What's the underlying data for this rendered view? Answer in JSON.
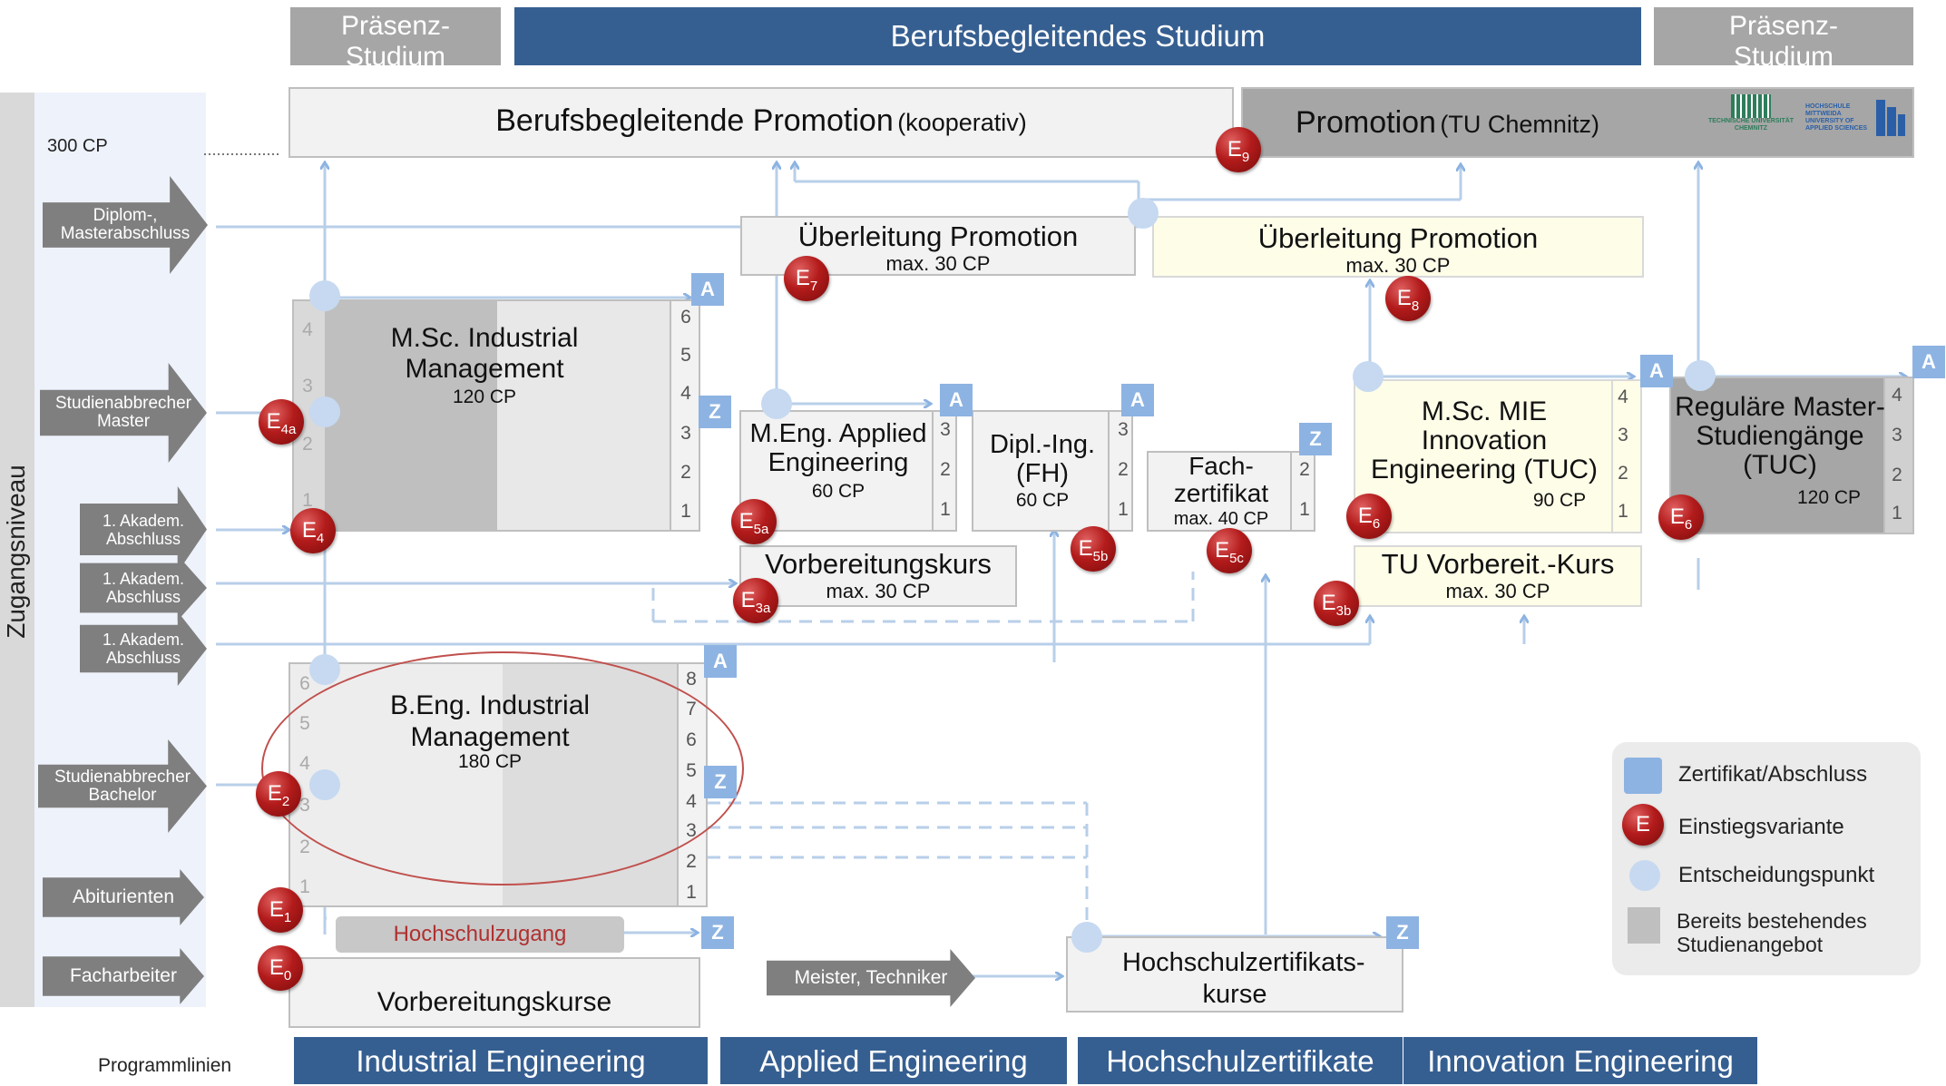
{
  "header": {
    "praesenz_left": "Präsenz-\nStudium",
    "berufsbegleitend": "Berufsbegleitendes Studium",
    "praesenz_right": "Präsenz-\nStudium"
  },
  "axis": {
    "label": "Zugangsniveau",
    "cp300": "300 CP"
  },
  "entry_arrows": {
    "diplom": "Diplom-, Masterabschluss",
    "abbrecher_master": "Studienabbrecher Master",
    "akadem1": "1. Akadem. Abschluss",
    "akadem2": "1. Akadem. Abschluss",
    "akadem3": "1. Akadem. Abschluss",
    "abbrecher_bachelor": "Studienabbrecher Bachelor",
    "abiturienten": "Abiturienten",
    "facharbeiter": "Facharbeiter",
    "meister": "Meister, Techniker"
  },
  "boxes": {
    "promotion_koop": {
      "title": "Berufsbegleitende Promotion",
      "suffix": "(kooperativ)"
    },
    "promotion_tuc": {
      "title": "Promotion",
      "suffix": "(TU Chemnitz)"
    },
    "ueberleitung1": {
      "title": "Überleitung Promotion",
      "sub": "max. 30 CP"
    },
    "ueberleitung2": {
      "title": "Überleitung Promotion",
      "sub": "max. 30 CP"
    },
    "msc_im": {
      "title": "M.Sc. Industrial Management",
      "sub": "120 CP"
    },
    "meng": {
      "title": "M.Eng. Applied Engineering",
      "sub": "60 CP"
    },
    "dipl": {
      "title": "Dipl.-Ing. (FH)",
      "sub": "60 CP"
    },
    "fachzert": {
      "title": "Fach-zertifikat",
      "sub": "max. 40 CP"
    },
    "msc_mie": {
      "title": "M.Sc. MIE Innovation Engineering (TUC)",
      "sub": "90 CP"
    },
    "regulaer": {
      "title": "Reguläre Master-Studiengänge (TUC)",
      "sub": "120 CP"
    },
    "vorbereitungskurs": {
      "title": "Vorbereitungskurs",
      "sub": "max. 30 CP"
    },
    "tu_vorbereit": {
      "title": "TU Vorbereit.-Kurs",
      "sub": "max. 30 CP"
    },
    "beng_im": {
      "title": "B.Eng. Industrial Management",
      "sub": "180 CP"
    },
    "hochschulzugang": "Hochschulzugang",
    "vorbereitungskurse": "Vorbereitungskurse",
    "hochschulzertifikatskurse": "Hochschulzertifikats-kurse"
  },
  "logos": {
    "tu_chemnitz": "TECHNISCHE UNIVERSITÄT CHEMNITZ",
    "hs_mittweida": "HOCHSCHULE MITTWEIDA UNIVERSITY OF APPLIED SCIENCES"
  },
  "legend": {
    "zertifikat": "Zertifikat/Abschluss",
    "einstieg": "Einstiegsvariante",
    "entscheidung": "Entscheidungspunkt",
    "bestehend": "Bereits bestehendes Studienangebot",
    "e_symbol": "E"
  },
  "footer": {
    "label": "Programmlinien",
    "lines": [
      "Industrial Engineering",
      "Applied Engineering",
      "Hochschulzertifikate",
      "Innovation Engineering"
    ]
  },
  "markers": {
    "A": "A",
    "Z": "Z"
  },
  "badges": {
    "e9": "E",
    "e8": "E",
    "e7": "E",
    "e4a": "E",
    "e4": "E",
    "e5a": "E",
    "e5b": "E",
    "e5c": "E",
    "e6a": "E",
    "e6b": "E",
    "e3a": "E",
    "e3b": "E",
    "e2": "E",
    "e1": "E",
    "e0": "E"
  },
  "badge_subs": {
    "e9": "9",
    "e8": "8",
    "e7": "7",
    "e4a": "4a",
    "e4": "4",
    "e5a": "5a",
    "e5b": "5b",
    "e5c": "5c",
    "e6a": "6",
    "e6b": "6",
    "e3a": "3a",
    "e3b": "3b",
    "e2": "2",
    "e1": "1",
    "e0": "0"
  },
  "semesters": {
    "msc_im_right": [
      "6",
      "5",
      "4",
      "3",
      "2",
      "1"
    ],
    "msc_im_left": [
      "4",
      "3",
      "2",
      "1"
    ],
    "meng": [
      "3",
      "2",
      "1"
    ],
    "dipl": [
      "3",
      "2",
      "1"
    ],
    "fachzert": [
      "2",
      "1"
    ],
    "msc_mie": [
      "4",
      "3",
      "2",
      "1"
    ],
    "regulaer": [
      "4",
      "3",
      "2",
      "1"
    ],
    "beng_right": [
      "8",
      "7",
      "6",
      "5",
      "4",
      "3",
      "2",
      "1"
    ],
    "beng_left": [
      "6",
      "5",
      "4",
      "3",
      "2",
      "1"
    ]
  }
}
